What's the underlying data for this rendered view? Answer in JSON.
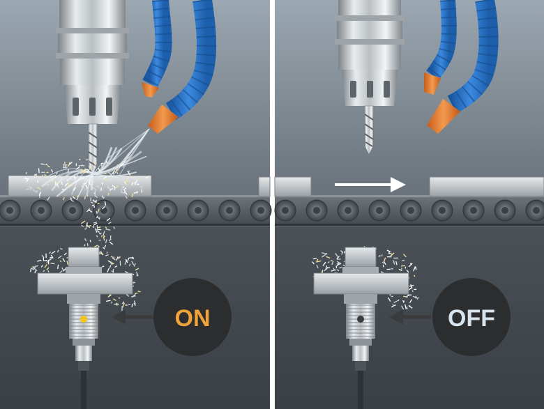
{
  "panels": [
    {
      "id": "left",
      "state_label": "ON",
      "state_color": "#f0a23a",
      "indicator_led": "#f5c518",
      "drilling_active": true
    },
    {
      "id": "right",
      "state_label": "OFF",
      "state_color": "#d7e4ee",
      "indicator_led": "#3a3d40",
      "drilling_active": false
    }
  ],
  "colors": {
    "background_top": "#8e9aa5",
    "background_bottom": "#4d555c",
    "lower_background": "#3e444a",
    "badge_fill": "#2c2d2f",
    "arrow": "#3a3b3d",
    "hose_blue": "#2a73c8",
    "nozzle_orange": "#e8782a",
    "metal_light": "#e1e5e8",
    "metal_dark": "#8a9095",
    "conveyor": "#5b6268",
    "divider": "#ffffff"
  },
  "icons": {
    "conveyor_direction": "arrow-right-icon",
    "signal_arrow": "arrow-left-icon"
  }
}
